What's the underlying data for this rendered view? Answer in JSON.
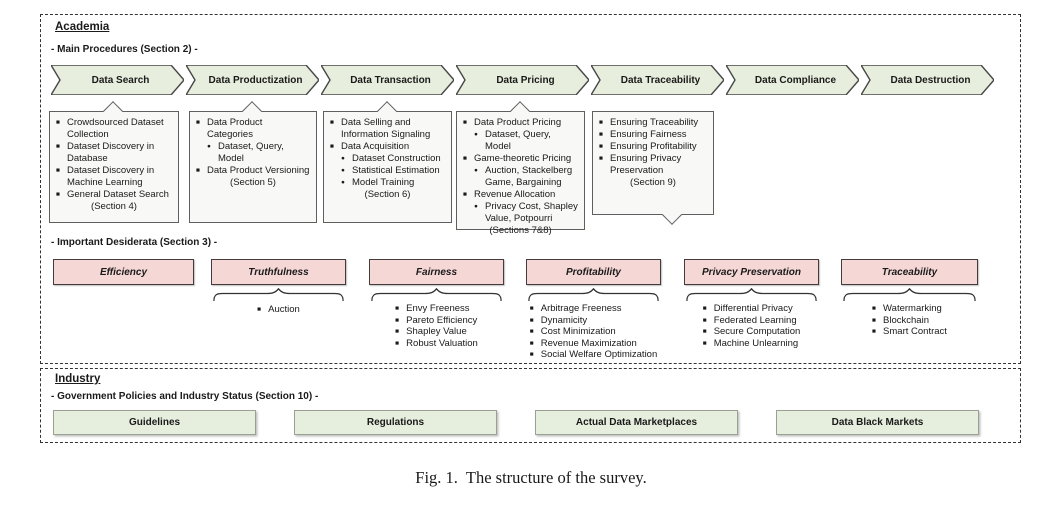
{
  "caption": "Fig. 1.  The structure of the survey.",
  "colors": {
    "arrow_fill": "#e7eedd",
    "arrow_border": "#474747",
    "callout_fill": "#f8f8f6",
    "callout_border": "#5f5f5f",
    "pink_fill": "#f5d7d5",
    "pink_border": "#443c3c",
    "green_fill": "#e6eedd",
    "green_border": "#9aa094",
    "panel_border": "#333333",
    "text": "#1a1a1a"
  },
  "academia": {
    "title": "Academia",
    "procedures_heading": "- Main Procedures (Section 2) -",
    "arrows": [
      {
        "label": "Data Search"
      },
      {
        "label": "Data Productization"
      },
      {
        "label": "Data Transaction"
      },
      {
        "label": "Data Pricing"
      },
      {
        "label": "Data Traceability"
      },
      {
        "label": "Data Compliance"
      },
      {
        "label": "Data Destruction"
      }
    ],
    "callouts": [
      {
        "pointer": "top",
        "lines": [
          {
            "m": "square",
            "t": "Crowdsourced Dataset Collection"
          },
          {
            "m": "square",
            "t": "Dataset Discovery in Database"
          },
          {
            "m": "square",
            "t": "Dataset Discovery in Machine Learning"
          },
          {
            "m": "square",
            "t": "General Dataset Search"
          },
          {
            "t": "(Section 4)",
            "center": true
          }
        ]
      },
      {
        "pointer": "top",
        "lines": [
          {
            "m": "square",
            "t": "Data Product Categories"
          },
          {
            "m": "dot",
            "t": "Dataset, Query, Model",
            "indent": 1
          },
          {
            "m": "square",
            "t": "Data Product Versioning"
          },
          {
            "t": "(Section 5)",
            "center": true
          }
        ]
      },
      {
        "pointer": "top",
        "lines": [
          {
            "m": "square",
            "t": "Data Selling and Information Signaling"
          },
          {
            "m": "square",
            "t": "Data Acquisition"
          },
          {
            "m": "dot",
            "t": "Dataset Construction",
            "indent": 1
          },
          {
            "m": "dot",
            "t": "Statistical Estimation",
            "indent": 1
          },
          {
            "m": "dot",
            "t": "Model Training",
            "indent": 1
          },
          {
            "t": "(Section 6)",
            "center": true
          }
        ]
      },
      {
        "pointer": "top",
        "lines": [
          {
            "m": "square",
            "t": "Data Product Pricing"
          },
          {
            "m": "dot",
            "t": "Dataset, Query, Model",
            "indent": 1
          },
          {
            "m": "square",
            "t": "Game-theoretic Pricing"
          },
          {
            "m": "dot",
            "t": "Auction, Stackelberg Game, Bargaining",
            "indent": 1
          },
          {
            "m": "square",
            "t": "Revenue Allocation"
          },
          {
            "m": "dot",
            "t": "Privacy Cost, Shapley Value, Potpourri",
            "indent": 1
          },
          {
            "t": "(Sections 7&8)",
            "center": true
          }
        ]
      },
      {
        "pointer": "bottom",
        "lines": [
          {
            "m": "square",
            "t": "Ensuring Traceability"
          },
          {
            "m": "square",
            "t": "Ensuring Fairness"
          },
          {
            "m": "square",
            "t": "Ensuring Profitability"
          },
          {
            "m": "square",
            "t": "Ensuring Privacy Preservation"
          },
          {
            "t": "(Section 9)",
            "center": true
          }
        ]
      }
    ],
    "desiderata_heading": "- Important Desiderata (Section 3) -",
    "desiderata": [
      {
        "label": "Efficiency",
        "items": []
      },
      {
        "label": "Truthfulness",
        "items": [
          {
            "m": "square",
            "t": "Auction"
          }
        ]
      },
      {
        "label": "Fairness",
        "items": [
          {
            "m": "square",
            "t": "Envy Freeness"
          },
          {
            "m": "square",
            "t": "Pareto Efficiency"
          },
          {
            "m": "square",
            "t": "Shapley Value"
          },
          {
            "m": "square",
            "t": "Robust Valuation"
          }
        ]
      },
      {
        "label": "Profitability",
        "items": [
          {
            "m": "square",
            "t": "Arbitrage Freeness"
          },
          {
            "m": "square",
            "t": "Dynamicity"
          },
          {
            "m": "square",
            "t": "Cost Minimization"
          },
          {
            "m": "square",
            "t": "Revenue Maximization"
          },
          {
            "m": "square",
            "t": "Social Welfare Optimization"
          }
        ]
      },
      {
        "label": "Privacy Preservation",
        "items": [
          {
            "m": "square",
            "t": "Differential Privacy"
          },
          {
            "m": "square",
            "t": "Federated Learning"
          },
          {
            "m": "square",
            "t": "Secure Computation"
          },
          {
            "m": "square",
            "t": "Machine Unlearning"
          }
        ]
      },
      {
        "label": "Traceability",
        "items": [
          {
            "m": "square",
            "t": "Watermarking"
          },
          {
            "m": "square",
            "t": "Blockchain"
          },
          {
            "m": "square",
            "t": "Smart Contract"
          }
        ]
      }
    ]
  },
  "industry": {
    "title": "Industry",
    "heading": "- Government Policies and Industry Status (Section 10) -",
    "boxes": [
      {
        "label": "Guidelines"
      },
      {
        "label": "Regulations"
      },
      {
        "label": "Actual Data Marketplaces"
      },
      {
        "label": "Data Black Markets"
      }
    ]
  }
}
